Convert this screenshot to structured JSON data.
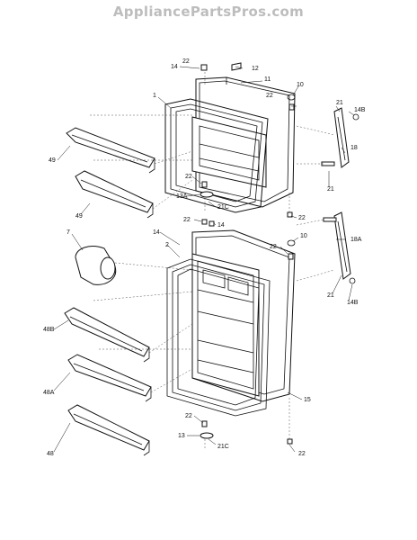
{
  "watermark": "AppliancePartsPros.com",
  "callouts": {
    "c22_top": "22",
    "c14_top": "14",
    "c12": "12",
    "c11": "11",
    "c1": "1",
    "c22_a": "22",
    "c10_a": "10",
    "c21_a": "21",
    "c14B_a": "14B",
    "c18": "18",
    "c49_a": "49",
    "c49_b": "49",
    "c22_b": "22",
    "c13A": "13A",
    "c21C_a": "21C",
    "c21_b": "21",
    "c22_c": "22",
    "c7": "7",
    "c22_d": "22",
    "c14_mid": "14",
    "c14_left": "14",
    "c2": "2",
    "c22_e": "22",
    "c10_b": "10",
    "c18A": "18A",
    "c21_c": "21",
    "c14B_b": "14B",
    "c48B": "48B",
    "c48A": "48A",
    "c15": "15",
    "c22_f": "22",
    "c13": "13",
    "c21C_b": "21C",
    "c48": "48",
    "c22_g": "22"
  }
}
